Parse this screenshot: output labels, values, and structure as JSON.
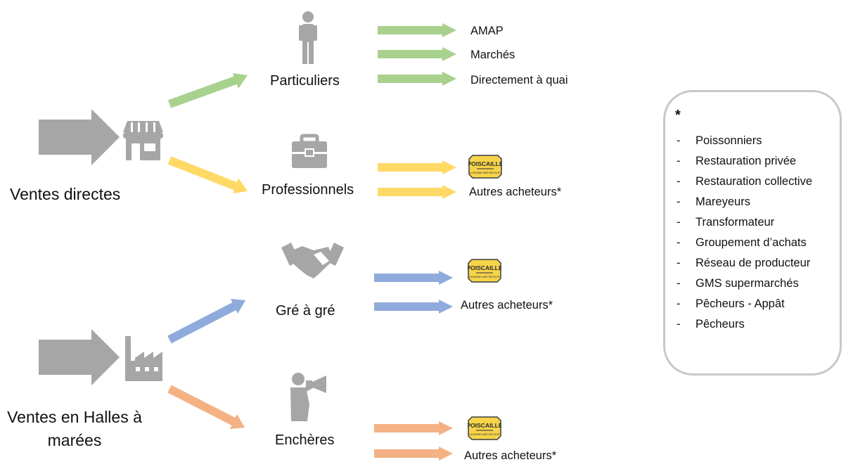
{
  "sources": {
    "direct": "Ventes directes",
    "halles_line1": "Ventes en Halles à",
    "halles_line2": "marées"
  },
  "categories": {
    "particuliers": "Particuliers",
    "professionnels": "Professionnels",
    "gre_a_gre": "Gré à gré",
    "encheres": "Enchères"
  },
  "destinations": {
    "amap": "AMAP",
    "marches": "Marchés",
    "quai": "Directement à quai",
    "autres": "Autres acheteurs*"
  },
  "logo": {
    "text": "POISCAILLE",
    "subtext": "LA BONNE MER RÉCOLTE"
  },
  "legend": {
    "marker": "*",
    "dash": "-",
    "items": [
      "Poissonniers",
      "Restauration privée",
      "Restauration collective",
      "Mareyeurs",
      "Transformateur",
      "Groupement d’achats",
      "Réseau de producteur",
      "GMS supermarchés",
      "Pêcheurs - Appât",
      "Pêcheurs"
    ]
  },
  "colors": {
    "big_arrow": "#a6a6a6",
    "icon": "#a6a6a6",
    "particuliers": "#a9d18e",
    "professionnels": "#ffd966",
    "gre_a_gre": "#8faadc",
    "encheres": "#f4b183",
    "logo_fill": "#f5d44b",
    "logo_border": "#3d3d3d"
  },
  "icons": [
    "shop-icon",
    "factory-icon",
    "person-icon",
    "briefcase-icon",
    "handshake-icon",
    "megaphone-person-icon"
  ]
}
